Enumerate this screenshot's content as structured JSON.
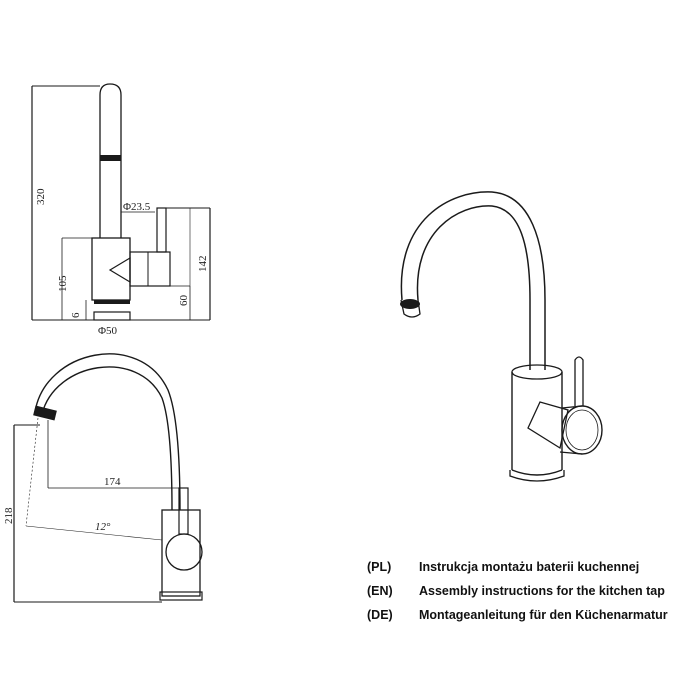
{
  "dimensions": {
    "height_total": "320",
    "spout_diameter": "Φ23.5",
    "body_height": "105",
    "handle_height": "142",
    "offset_small": "6",
    "handle_offset": "60",
    "base_diameter": "Φ50",
    "reach": "174",
    "spout_height": "218",
    "angle": "12°"
  },
  "captions": [
    {
      "code": "(PL)",
      "text": "Instrukcja montażu baterii kuchennej"
    },
    {
      "code": "(EN)",
      "text": "Assembly instructions for the kitchen tap"
    },
    {
      "code": "(DE)",
      "text": "Montageanleitung für den Küchenarmatur"
    }
  ]
}
